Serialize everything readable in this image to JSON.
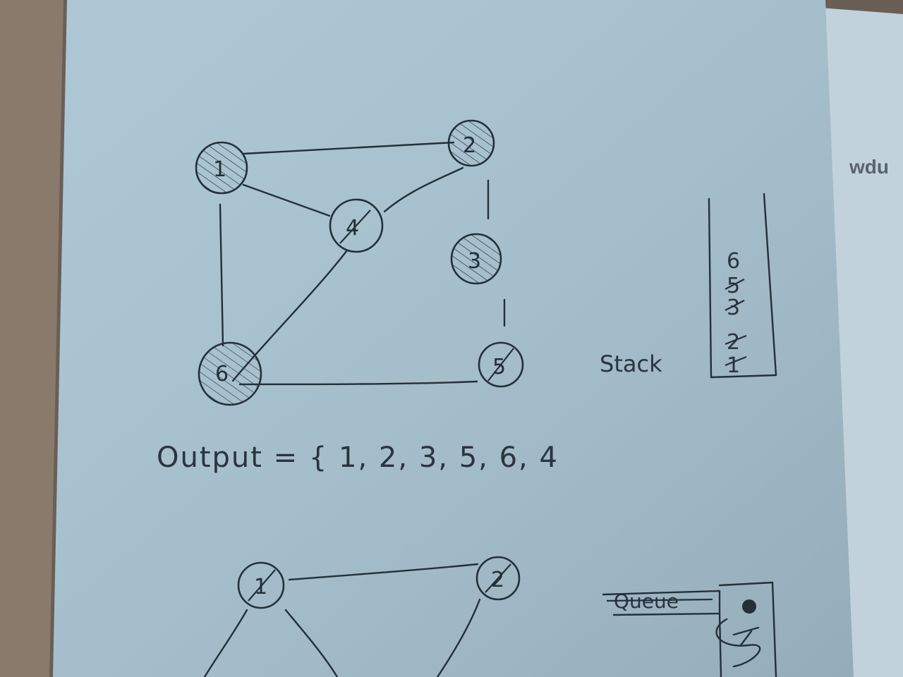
{
  "graph1": {
    "nodes": [
      {
        "id": "n1",
        "label": "1"
      },
      {
        "id": "n2",
        "label": "2"
      },
      {
        "id": "n4",
        "label": "4"
      },
      {
        "id": "n3",
        "label": "3"
      },
      {
        "id": "n6",
        "label": "6"
      },
      {
        "id": "n5",
        "label": "5"
      }
    ]
  },
  "stack": {
    "label": "Stack",
    "items": [
      "6",
      "5",
      "3",
      "2",
      "1"
    ]
  },
  "output": {
    "text": "Output = { 1, 2, 3, 5, 6, 4"
  },
  "graph2": {
    "nodes": [
      {
        "id": "m1",
        "label": "1"
      },
      {
        "id": "m2",
        "label": "2"
      }
    ]
  },
  "queue": {
    "label": "Queue"
  },
  "side_sheet": {
    "text": "wdu"
  },
  "colors": {
    "paper": "#a9c4d2",
    "ink": "#23303a"
  }
}
